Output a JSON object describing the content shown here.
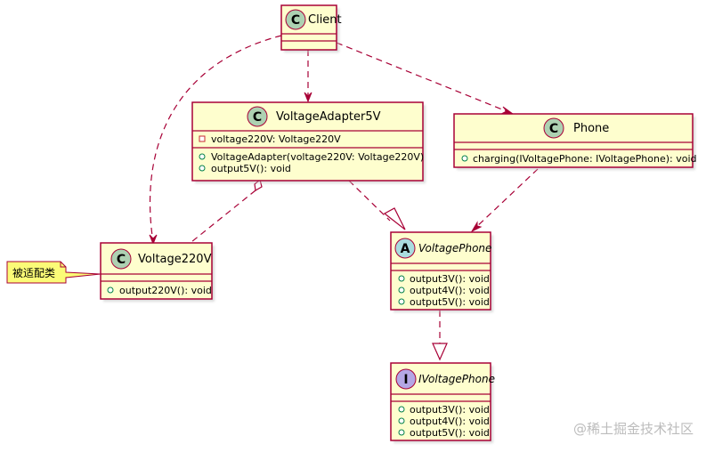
{
  "classes": {
    "client": {
      "name": "Client",
      "badge": "C",
      "badge_color": "#ADD1B2"
    },
    "adapter": {
      "name": "VoltageAdapter5V",
      "badge": "C",
      "badge_color": "#ADD1B2",
      "fields": [
        "voltage220V: Voltage220V"
      ],
      "methods": [
        "VoltageAdapter(voltage220V: Voltage220V)",
        "output5V(): void"
      ]
    },
    "phone": {
      "name": "Phone",
      "badge": "C",
      "badge_color": "#ADD1B2",
      "methods": [
        "charging(IVoltagePhone: IVoltagePhone): void"
      ]
    },
    "voltage220v": {
      "name": "Voltage220V",
      "badge": "C",
      "badge_color": "#ADD1B2",
      "methods": [
        "output220V(): void"
      ]
    },
    "voltagephone": {
      "name": "VoltagePhone",
      "badge": "A",
      "badge_color": "#A9DCDF",
      "methods": [
        "output3V(): void",
        "output4V(): void",
        "output5V(): void"
      ]
    },
    "ivoltagephone": {
      "name": "IVoltagePhone",
      "badge": "I",
      "badge_color": "#B4A7E5",
      "methods": [
        "output3V(): void",
        "output4V(): void",
        "output5V(): void"
      ]
    }
  },
  "note": {
    "text": "被适配类"
  },
  "watermark": "@稀土掘金技术社区",
  "colors": {
    "border": "#A80036",
    "class_fill": "#FEFECE",
    "note_fill": "#FBFB77"
  }
}
